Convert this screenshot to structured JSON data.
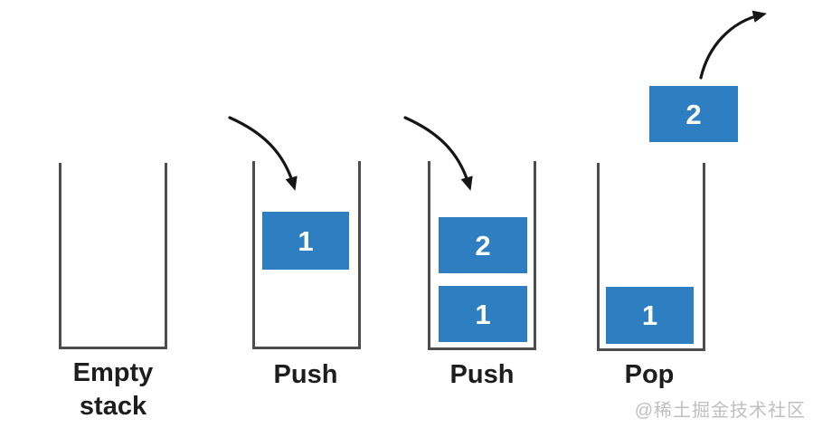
{
  "frames": [
    {
      "label_lines": [
        "Empty",
        "stack"
      ],
      "boxes": []
    },
    {
      "label_lines": [
        "Push"
      ],
      "boxes": [
        "1"
      ]
    },
    {
      "label_lines": [
        "Push"
      ],
      "boxes": [
        "2",
        "1"
      ]
    },
    {
      "label_lines": [
        "Pop"
      ],
      "boxes": [
        "1"
      ],
      "popped_value": "2"
    }
  ],
  "watermark": "@稀土掘金技术社区",
  "colors": {
    "box_fill": "#2e7fc1",
    "box_text": "#ffffff",
    "container_stroke": "#4d4d4d",
    "arrow": "#161616",
    "label_text": "#1d1d1d",
    "watermark_text": "#bfbfbf"
  }
}
